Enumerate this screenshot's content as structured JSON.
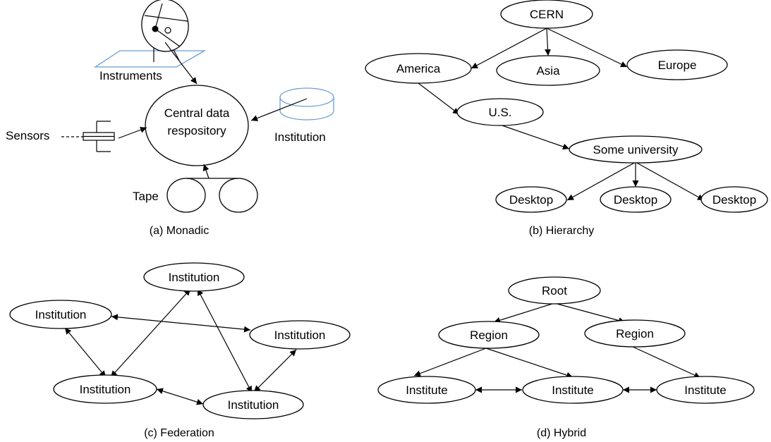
{
  "monadic": {
    "caption": "(a) Monadic",
    "center_label_line1": "Central data",
    "center_label_line2": "respository",
    "instruments_label": "Instruments",
    "sensors_label": "Sensors",
    "institution_label": "Institution",
    "tape_label": "Tape"
  },
  "hierarchy": {
    "caption": "(b) Hierarchy",
    "root": "CERN",
    "regions": [
      "America",
      "Asia",
      "Europe"
    ],
    "country": "U.S.",
    "university": "Some university",
    "desktops": [
      "Desktop",
      "Desktop",
      "Desktop"
    ]
  },
  "federation": {
    "caption": "(c) Federation",
    "nodes": [
      "Institution",
      "Institution",
      "Institution",
      "Institution",
      "Institution"
    ]
  },
  "hybrid": {
    "caption": "(d) Hybrid",
    "root": "Root",
    "regions": [
      "Region",
      "Region"
    ],
    "institutes": [
      "Institute",
      "Institute",
      "Institute"
    ]
  }
}
